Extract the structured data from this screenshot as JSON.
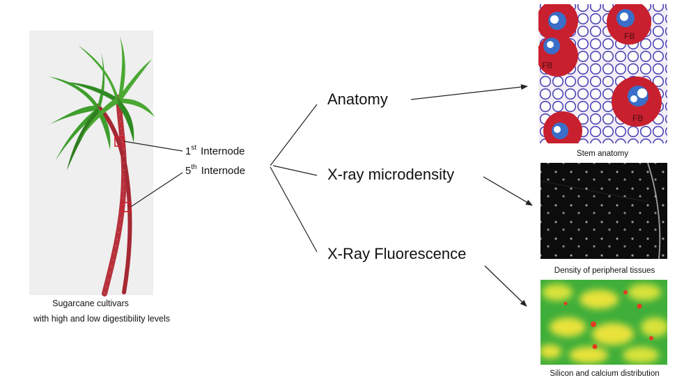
{
  "plant": {
    "caption_line1": "Sugarcane cultivars",
    "caption_line2": "with high and low digestibility levels"
  },
  "internodes": [
    {
      "ordinal": "1",
      "suffix": "st",
      "label": "Internode"
    },
    {
      "ordinal": "5",
      "suffix": "th",
      "label": "Internode"
    }
  ],
  "branches": {
    "anatomy": "Anatomy",
    "microdensity": "X-ray microdensity",
    "fluorescence": "X-Ray Fluorescence"
  },
  "panels": {
    "stem": {
      "caption": "Stem anatomy",
      "fiber_label": "FB"
    },
    "density": {
      "caption": "Density of peripheral tissues"
    },
    "xrf": {
      "caption": "Silicon and calcium distribution"
    }
  },
  "colors": {
    "stem_red": "#c0303a",
    "leaf_green": "#3f9e2d",
    "tissue_red": "#c8202e",
    "tissue_blue": "#3a6ec8",
    "xrf_green": "#3fae3a",
    "xrf_yellow": "#e8e23a",
    "xrf_red": "#e63a1e"
  }
}
